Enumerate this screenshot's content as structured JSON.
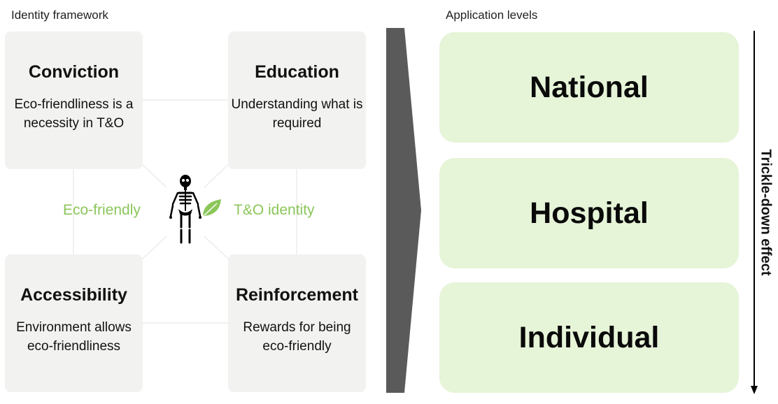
{
  "identity_framework": {
    "heading": "Identity framework",
    "cards": [
      {
        "title": "Conviction",
        "description": "Eco-friendliness is a necessity in T&O"
      },
      {
        "title": "Education",
        "description": "Understanding what is required"
      },
      {
        "title": "Accessibility",
        "description": "Environment allows eco-friendliness"
      },
      {
        "title": "Reinforcement",
        "description": "Rewards for being eco-friendly"
      }
    ],
    "center": {
      "left_label": "Eco-friendly",
      "right_label": "T&O identity",
      "icon": "skeleton-with-leaf-icon"
    }
  },
  "application_levels": {
    "heading": "Application levels",
    "levels": [
      "National",
      "Hospital",
      "Individual"
    ],
    "side_label": "Trickle-down effect"
  },
  "colors": {
    "card_bg": "#f2f2f0",
    "level_bg": "#e6f4d8",
    "accent_green": "#8cc65a",
    "chevron": "#5a5a5a"
  }
}
